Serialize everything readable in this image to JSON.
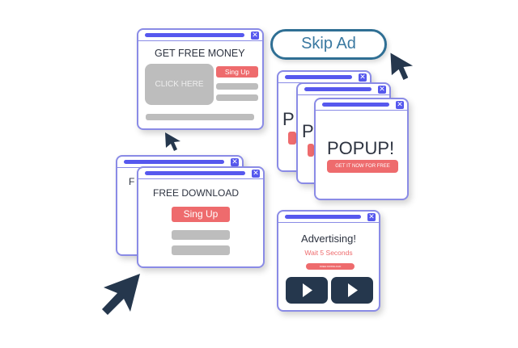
{
  "money_popup": {
    "title": "GET FREE MONEY",
    "click_here": "CLICK HERE",
    "signup": "Sing Up",
    "close": "✕"
  },
  "skip_ad": {
    "label": "Skip Ad"
  },
  "popups": {
    "back_letter": "P",
    "title": "POPUP!",
    "button": "GET IT NOW FOR FREE",
    "close": "✕"
  },
  "download_popup": {
    "back_letter": "F",
    "title": "FREE DOWNLOAD",
    "signup": "Sing Up",
    "close": "✕"
  },
  "advert_popup": {
    "title": "Advertising!",
    "wait": "Wait 5 Seconds",
    "button": "FREE DOWNLOAD",
    "close": "✕"
  },
  "colors": {
    "accent": "#5658ee",
    "border": "#8a8be6",
    "red": "#ee6b6d",
    "gray": "#bdbdbd",
    "dark": "#25374d",
    "skip": "#2f6f94"
  }
}
